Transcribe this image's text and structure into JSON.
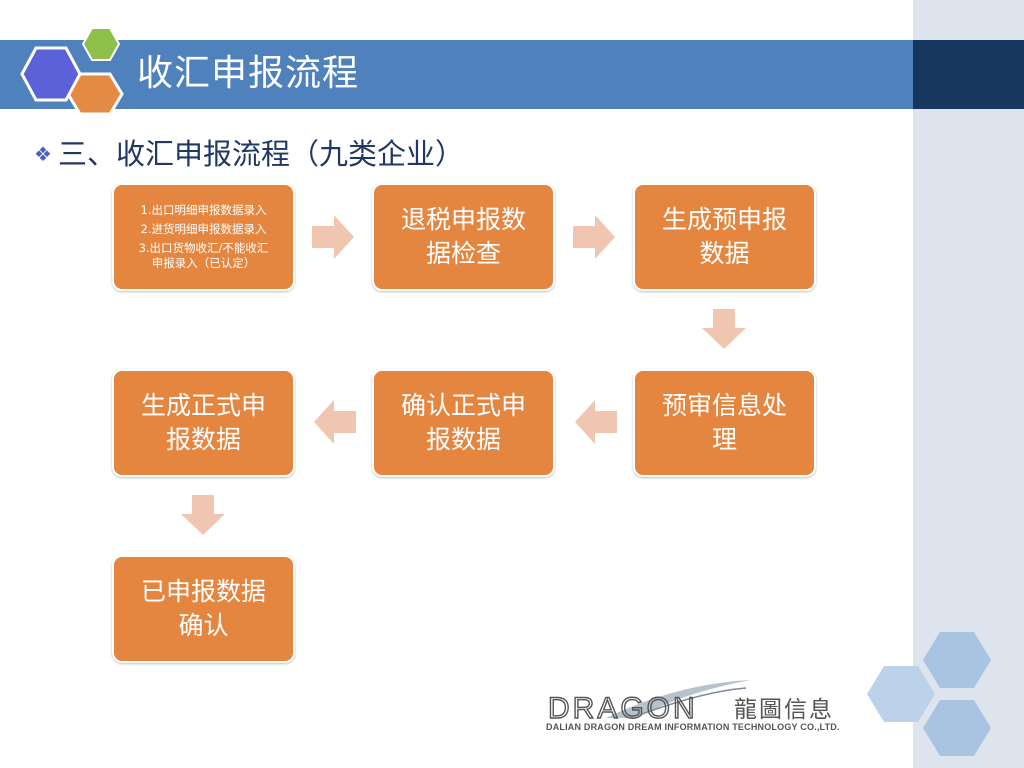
{
  "slide": {
    "title": "收汇申报流程",
    "subtitle": "三、收汇申报流程（九类企业）"
  },
  "flow": {
    "step1_lines": [
      "1.出口明细申报数据录入",
      "2.进货明细申报数据录入",
      "3.出口货物收汇/不能收汇",
      "申报录入（已认定）"
    ],
    "step2": "退税申报数\n据检查",
    "step3": "生成预申报\n数据",
    "step4": "预审信息处\n理",
    "step5": "确认正式申\n报数据",
    "step6": "生成正式申\n报数据",
    "step7": "已申报数据\n确认"
  },
  "brand": {
    "logo_text": "DRAGON",
    "chinese_name": "龍圖信息",
    "full_name": "DALIAN DRAGON DREAM INFORMATION TECHNOLOGY CO.,LTD."
  },
  "colors": {
    "box": "#e4863f",
    "arrow": "#f0c6b1",
    "title_bar": "#4f81bd",
    "title_bar_dark": "#17375e",
    "side_panel": "#dde4ee"
  }
}
